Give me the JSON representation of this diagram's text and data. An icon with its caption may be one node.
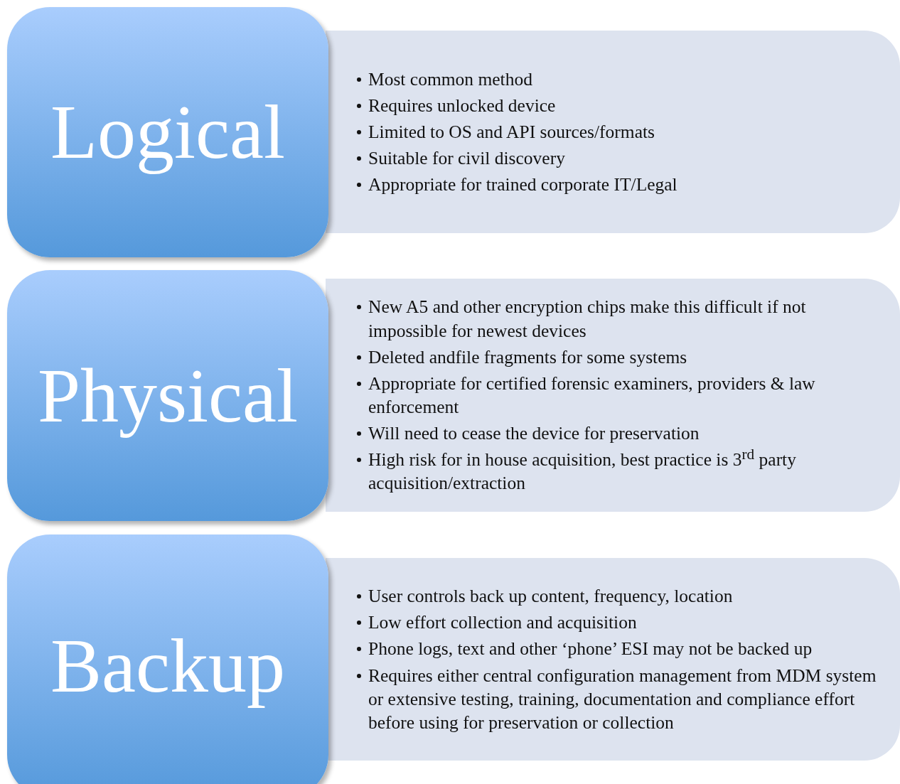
{
  "diagram": {
    "nodes": [
      {
        "text": [
          "Logical"
        ]
      },
      {
        "text": [
          "Most common method",
          "Requires unlocked device",
          "Limited to OS and API sources/formats",
          "Suitable for civil discovery",
          "Appropriate for trained corporate IT/Legal"
        ]
      },
      {
        "text": [
          "Physical"
        ]
      },
      {
        "text": [
          "New A5 and other encryption chips make this difficult if not impossible for newest devices",
          "Deleted andfile fragments for some systems",
          "Appropriate for certified forensic examiners, providers & law enforcement",
          "Will need to cease the device for preservation",
          "High risk for in house acquisition, best practice is 3$^{rd}$ party acquisition/extraction"
        ]
      },
      {
        "text": [
          "Backup"
        ]
      },
      {
        "text": [
          "User controls back up content, frequency, location",
          "Low effort collection and acquisition",
          "Phone logs, text and other ‘phone’ ESI may not be backed up",
          "Requires either central configuration management from MDM system or extensive testing, training, documentation and compliance effort before using for preservation or collection"
        ]
      }
    ]
  }
}
